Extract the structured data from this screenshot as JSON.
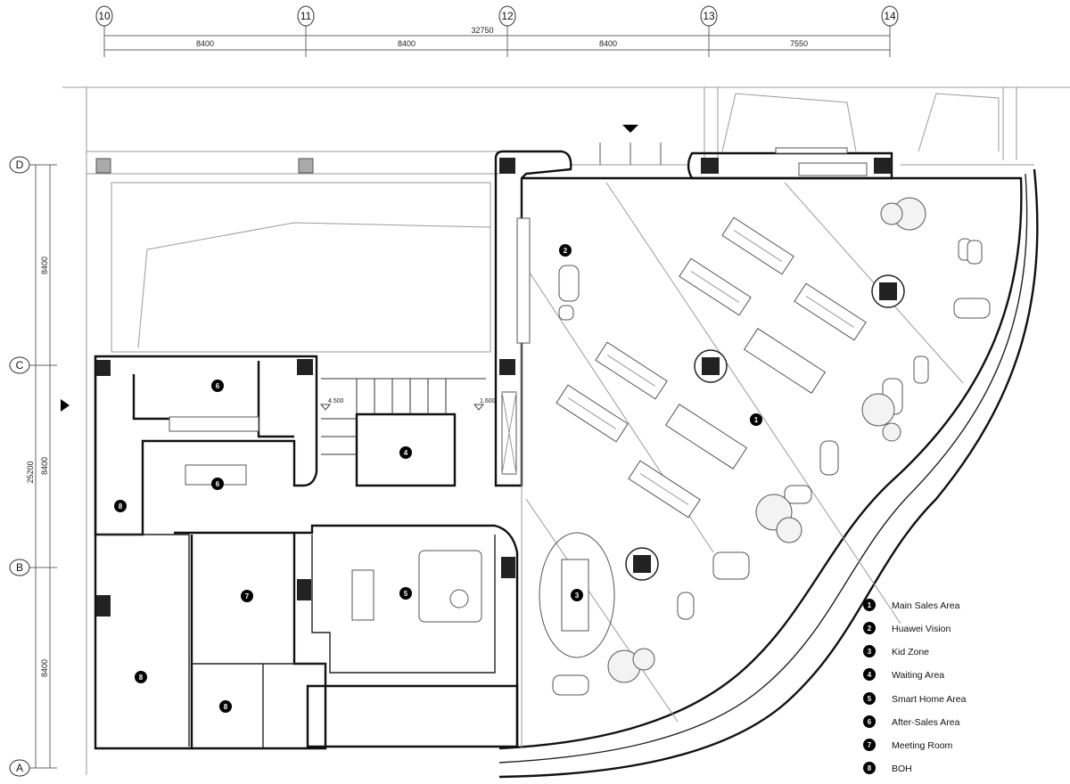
{
  "grid": {
    "columns": [
      "10",
      "11",
      "12",
      "13",
      "14"
    ],
    "rows": [
      "D",
      "C",
      "B",
      "A"
    ],
    "column_spans": [
      "8400",
      "8400",
      "8400",
      "7550"
    ],
    "column_total": "32750",
    "row_spans": [
      "8400",
      "8400",
      "8400"
    ],
    "row_total": "25200"
  },
  "levels": [
    "4.500",
    "1.600"
  ],
  "room_markers": [
    {
      "n": "1"
    },
    {
      "n": "2"
    },
    {
      "n": "3"
    },
    {
      "n": "4"
    },
    {
      "n": "5"
    },
    {
      "n": "6"
    },
    {
      "n": "6"
    },
    {
      "n": "7"
    },
    {
      "n": "8"
    },
    {
      "n": "8"
    },
    {
      "n": "8"
    }
  ],
  "legend": [
    {
      "n": "1",
      "label": "Main Sales Area"
    },
    {
      "n": "2",
      "label": "Huawei Vision"
    },
    {
      "n": "3",
      "label": "Kid Zone"
    },
    {
      "n": "4",
      "label": "Waiting Area"
    },
    {
      "n": "5",
      "label": "Smart Home Area"
    },
    {
      "n": "6",
      "label": "After-Sales Area"
    },
    {
      "n": "7",
      "label": "Meeting Room"
    },
    {
      "n": "8",
      "label": "BOH"
    }
  ]
}
